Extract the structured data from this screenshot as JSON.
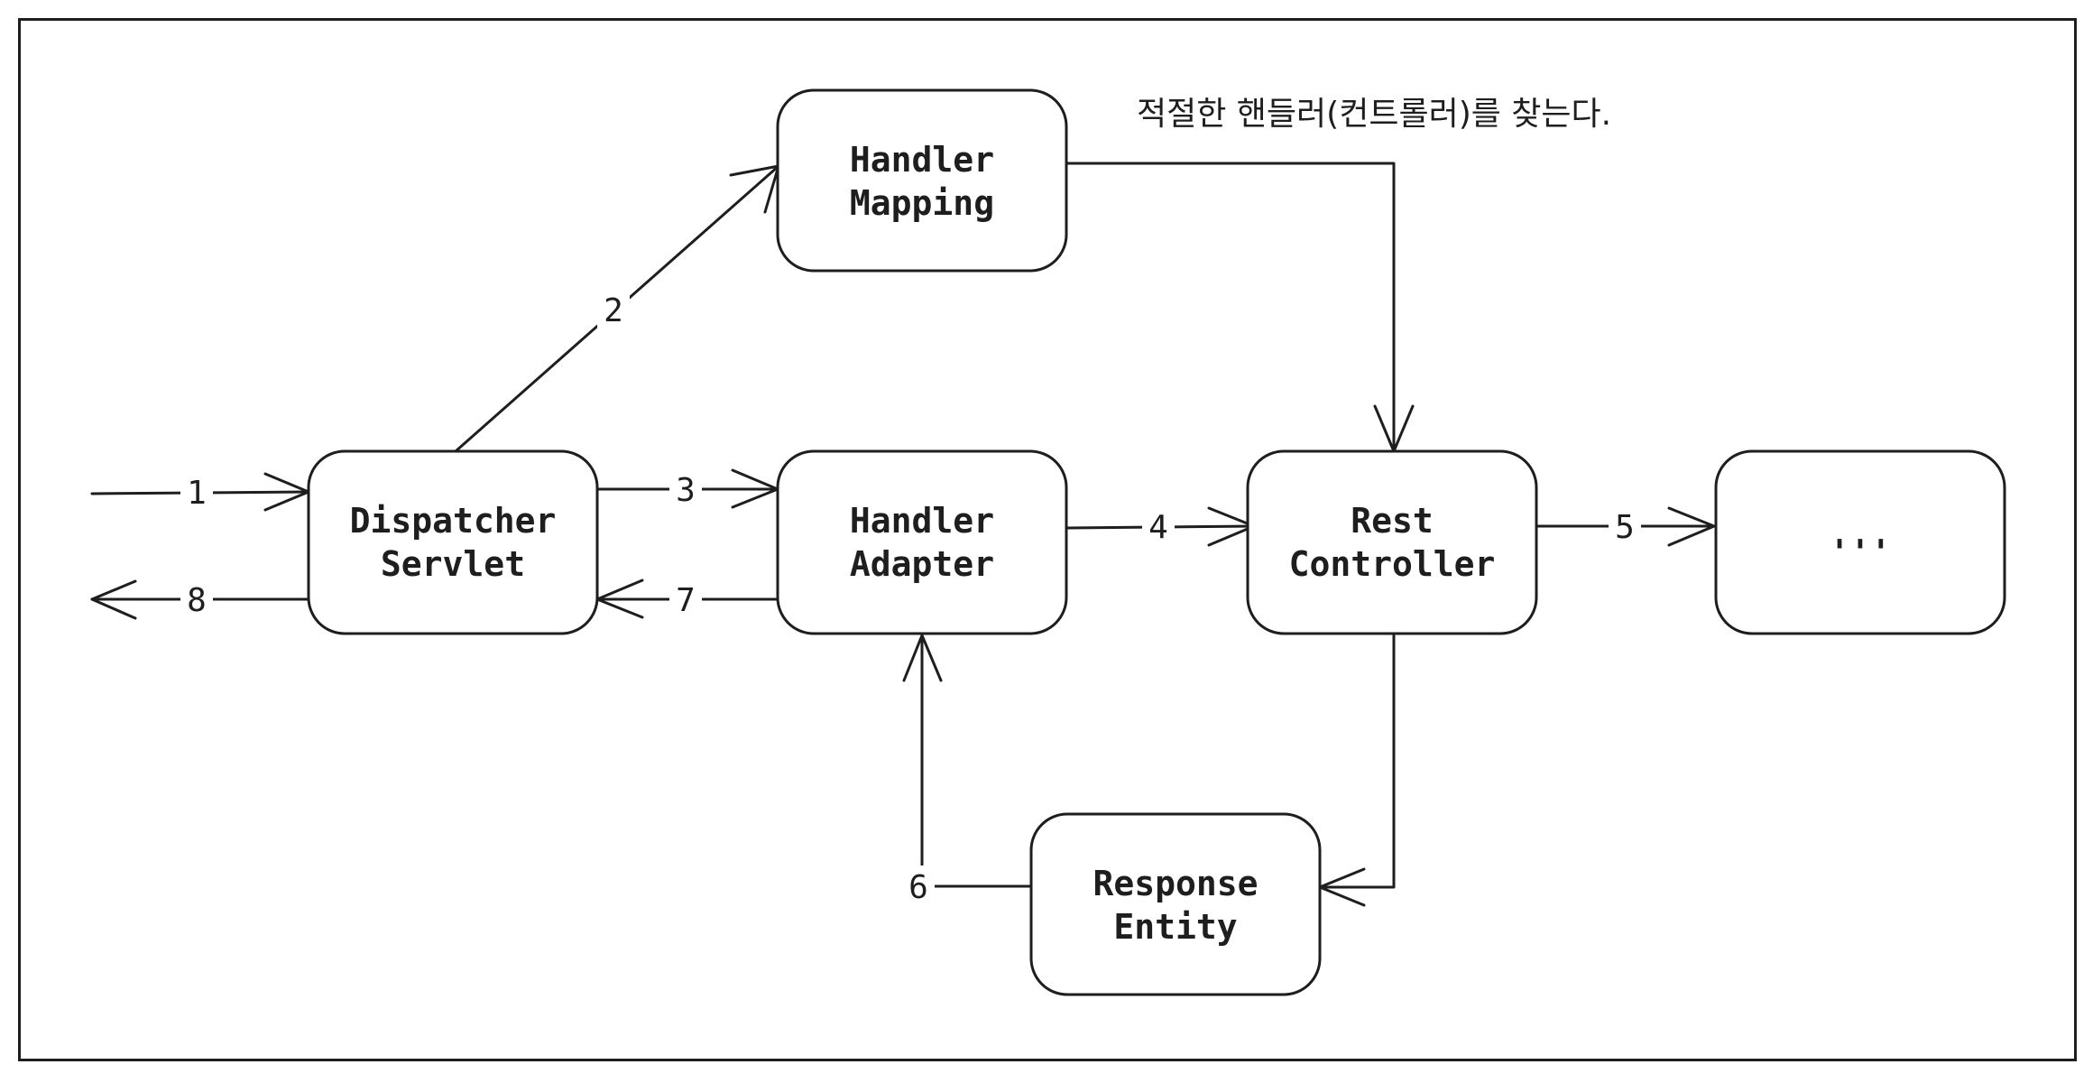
{
  "note": "적절한 핸들러(컨트롤러)를 찾는다.",
  "nodes": {
    "handler_mapping": [
      "Handler",
      "Mapping"
    ],
    "dispatcher_servlet": [
      "Dispatcher",
      "Servlet"
    ],
    "handler_adapter": [
      "Handler",
      "Adapter"
    ],
    "rest_controller": [
      "Rest",
      "Controller"
    ],
    "ellipsis": [
      "'''"
    ],
    "response_entity": [
      "Response",
      "Entity"
    ]
  },
  "edges": [
    {
      "label": "1",
      "from": "outside",
      "to": "Dispatcher Servlet"
    },
    {
      "label": "2",
      "from": "Dispatcher Servlet",
      "to": "Handler Mapping"
    },
    {
      "label": "3",
      "from": "Dispatcher Servlet",
      "to": "Handler Adapter"
    },
    {
      "label": "4",
      "from": "Handler Adapter",
      "to": "Rest Controller"
    },
    {
      "label": "5",
      "from": "Rest Controller",
      "to": "'''"
    },
    {
      "label": "6",
      "from": "Response Entity",
      "to": "Handler Adapter"
    },
    {
      "label": "7",
      "from": "Handler Adapter",
      "to": "Dispatcher Servlet"
    },
    {
      "label": "8",
      "from": "Dispatcher Servlet",
      "to": "outside"
    }
  ],
  "unlabeled_edges": [
    {
      "from": "Handler Mapping",
      "to": "Rest Controller"
    },
    {
      "from": "Rest Controller",
      "to": "Response Entity"
    }
  ]
}
